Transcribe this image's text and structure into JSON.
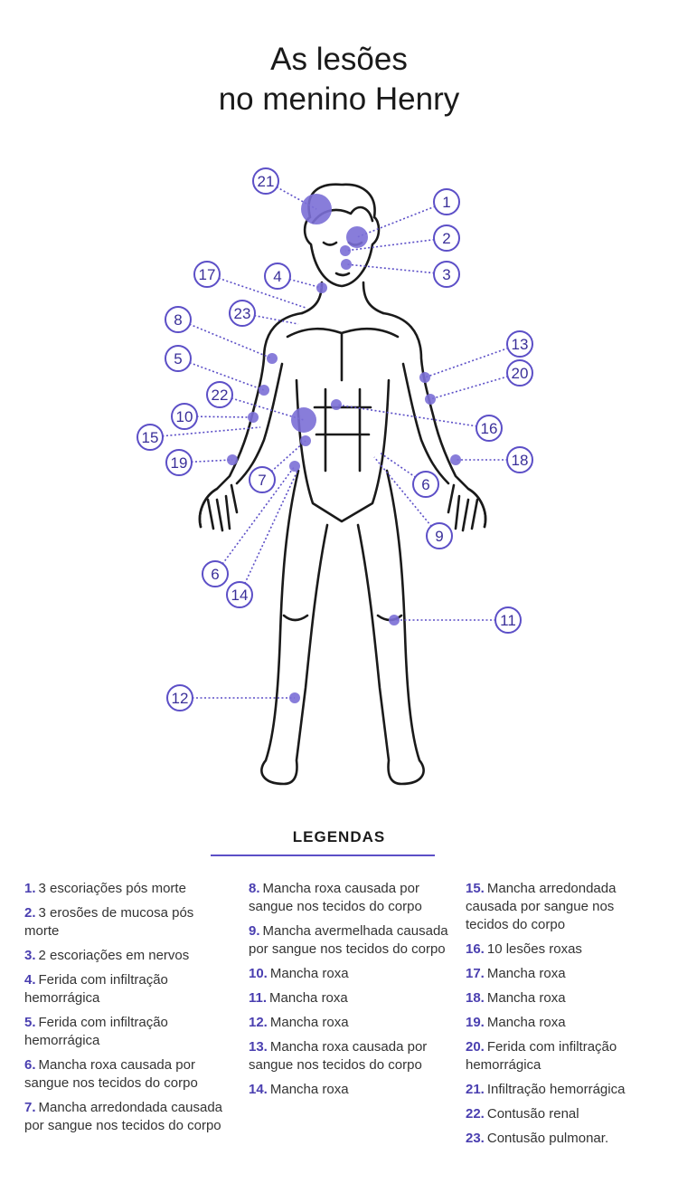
{
  "title": {
    "line1": "As lesões",
    "line2": "no menino Henry"
  },
  "legend_heading": "LEGENDAS",
  "colors": {
    "accent": "#5c4fc7",
    "lesion": "#7b6fd6",
    "outline": "#1a1a1a"
  },
  "legend": [
    {
      "num": "1.",
      "text": "3 escoriações pós morte"
    },
    {
      "num": "2.",
      "text": "3 erosões de mucosa pós morte"
    },
    {
      "num": "3.",
      "text": "2 escoriações em nervos"
    },
    {
      "num": "4.",
      "text": "Ferida com infiltração hemorrágica"
    },
    {
      "num": "5.",
      "text": "Ferida com infiltração hemorrágica"
    },
    {
      "num": "6.",
      "text": "Mancha roxa causada por sangue nos tecidos do corpo"
    },
    {
      "num": "7.",
      "text": "Mancha arredondada causada por sangue nos tecidos do corpo"
    },
    {
      "num": "8.",
      "text": "Mancha roxa causada por sangue nos tecidos do corpo"
    },
    {
      "num": "9.",
      "text": "Mancha avermelhada causada por sangue nos tecidos do corpo"
    },
    {
      "num": "10.",
      "text": "Mancha roxa"
    },
    {
      "num": "11.",
      "text": "Mancha roxa"
    },
    {
      "num": "12.",
      "text": "Mancha roxa"
    },
    {
      "num": "13.",
      "text": "Mancha roxa causada por sangue nos tecidos do corpo"
    },
    {
      "num": "14.",
      "text": "Mancha roxa"
    },
    {
      "num": "15.",
      "text": "Mancha arredondada causada por sangue nos tecidos do corpo"
    },
    {
      "num": "16.",
      "text": "10 lesões roxas"
    },
    {
      "num": "17.",
      "text": "Mancha roxa"
    },
    {
      "num": "18.",
      "text": "Mancha roxa"
    },
    {
      "num": "19.",
      "text": "Mancha roxa"
    },
    {
      "num": "20.",
      "text": "Ferida com infiltração hemorrágica"
    },
    {
      "num": "21.",
      "text": "Infiltração hemorrágica"
    },
    {
      "num": "22.",
      "text": "Contusão renal"
    },
    {
      "num": "23.",
      "text": "Contusão pulmonar."
    }
  ],
  "markers": [
    "1",
    "2",
    "3",
    "4",
    "5",
    "6",
    "6",
    "7",
    "8",
    "9",
    "10",
    "11",
    "12",
    "13",
    "14",
    "15",
    "16",
    "17",
    "18",
    "19",
    "20",
    "21",
    "22",
    "23"
  ]
}
